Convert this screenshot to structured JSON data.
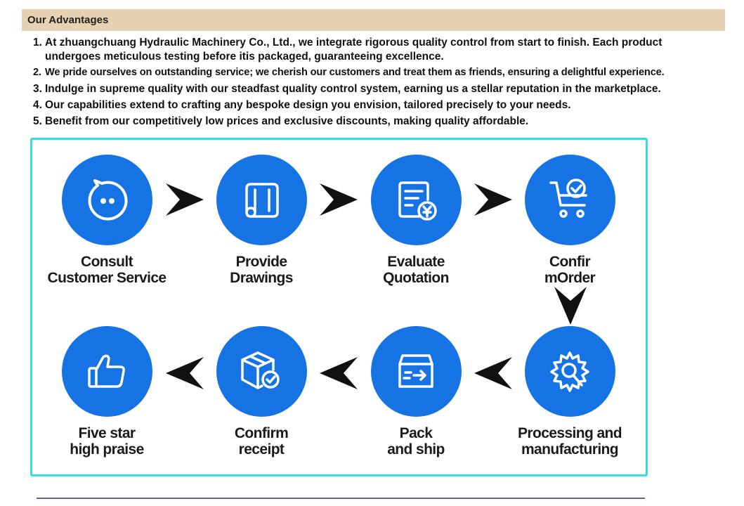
{
  "section": {
    "title": "Our Advantages"
  },
  "advantages": [
    {
      "num": "1.",
      "text": "At zhuangchuang Hydraulic Machinery Co., Ltd., we integrate rigorous quality control from start to finish. Each product undergoes meticulous testing before itis packaged, guaranteeing excellence."
    },
    {
      "num": "2.",
      "text": "We pride ourselves on outstanding service; we cherish our customers and treat them as friends, ensuring a delightful experience."
    },
    {
      "num": "3.",
      "text": "Indulge in supreme quality with our steadfast quality control system, earning us a stellar reputation in the marketplace."
    },
    {
      "num": "4.",
      "text": "Our capabilities extend to crafting any bespoke design you envision, tailored precisely to your needs."
    },
    {
      "num": "5.",
      "text": "Benefit from our competitively low prices and exclusive discounts, making quality affordable."
    }
  ],
  "process": {
    "steps": [
      {
        "line1": "Consult",
        "line2": "Customer Service",
        "icon": "chat-bubble-icon"
      },
      {
        "line1": "Provide",
        "line2": "Drawings",
        "icon": "scroll-drawing-icon"
      },
      {
        "line1": "Evaluate",
        "line2": "Quotation",
        "icon": "quotation-yen-icon"
      },
      {
        "line1": "Confir",
        "line2": "mOrder",
        "icon": "cart-check-icon"
      },
      {
        "line1": "Processing and",
        "line2": "manufacturing",
        "icon": "gear-wrench-icon"
      },
      {
        "line1": "Pack",
        "line2": "and ship",
        "icon": "shipping-box-icon"
      },
      {
        "line1": "Confirm",
        "line2": "receipt",
        "icon": "package-check-icon"
      },
      {
        "line1": "Five star",
        "line2": "high praise",
        "icon": "thumbs-up-icon"
      }
    ]
  },
  "colors": {
    "header_bg": "#e6d2b2",
    "circle": "#1573e3",
    "frame": "#35dbe8",
    "arrow": "#111111",
    "rule": "#6c5f8f"
  }
}
